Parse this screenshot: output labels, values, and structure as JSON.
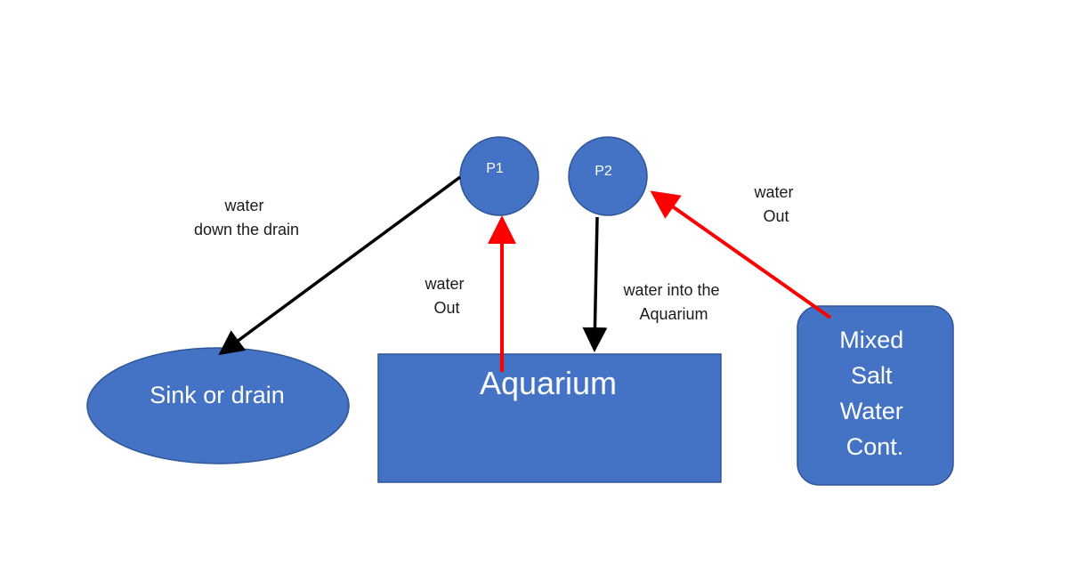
{
  "colors": {
    "shape_fill": "#4472C4",
    "shape_stroke": "#2F5597",
    "arrow_black": "#000000",
    "arrow_red": "#FF0000",
    "text_on_shape": "#FFFFFF",
    "caption_text": "#1A1A1A"
  },
  "nodes": {
    "pump1": {
      "label": "P1"
    },
    "pump2": {
      "label": "P2"
    },
    "sink": {
      "label": "Sink or drain"
    },
    "aquarium": {
      "label": "Aquarium"
    },
    "container": {
      "lines": [
        "Mixed",
        "Salt",
        "Water",
        "Cont."
      ]
    }
  },
  "captions": {
    "drain": [
      "water",
      "down the drain"
    ],
    "aquarium_out": [
      "water",
      "Out"
    ],
    "into_aquarium": [
      "water into the",
      "Aquarium"
    ],
    "container_out": [
      "water",
      "Out"
    ]
  },
  "edges": [
    {
      "from": "pump1",
      "to": "sink",
      "color": "black",
      "caption": "drain"
    },
    {
      "from": "aquarium",
      "to": "pump1",
      "color": "red",
      "caption": "aquarium_out"
    },
    {
      "from": "pump2",
      "to": "aquarium",
      "color": "black",
      "caption": "into_aquarium"
    },
    {
      "from": "container",
      "to": "pump2",
      "color": "red",
      "caption": "container_out"
    }
  ]
}
